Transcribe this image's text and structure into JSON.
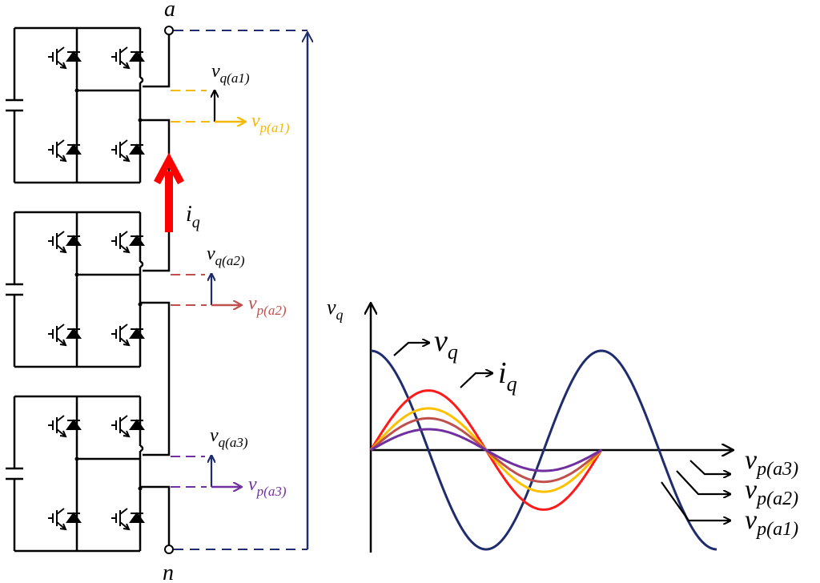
{
  "terminals": {
    "top": "a",
    "bottom": "n"
  },
  "current_label": {
    "main": "i",
    "sub": "q"
  },
  "cells": [
    {
      "vq": {
        "main": "v",
        "sub": "q(a1)"
      },
      "vp": {
        "main": "v",
        "sub": "p(a1)"
      },
      "vp_color": "#f5b800",
      "vq_color": "#000000"
    },
    {
      "vq": {
        "main": "v",
        "sub": "q(a2)"
      },
      "vp": {
        "main": "v",
        "sub": "p(a2)"
      },
      "vp_color": "#c0504d",
      "vq_color": "#1f2d6e"
    },
    {
      "vq": {
        "main": "v",
        "sub": "q(a3)"
      },
      "vp": {
        "main": "v",
        "sub": "p(a3)"
      },
      "vp_color": "#7030a0",
      "vq_color": "#1f2d6e"
    }
  ],
  "plot": {
    "y_axis_label": {
      "main": "v",
      "sub": "q"
    },
    "legend_vq": {
      "main": "v",
      "sub": "q"
    },
    "legend_iq": {
      "main": "i",
      "sub": "q"
    },
    "legend_vp": [
      {
        "main": "v",
        "sub": "p(a3)"
      },
      {
        "main": "v",
        "sub": "p(a2)"
      },
      {
        "main": "v",
        "sub": "p(a1)"
      }
    ],
    "curves": [
      {
        "name": "vq",
        "color": "#1f2d6e",
        "amplitude": 1.0,
        "phase": "cos"
      },
      {
        "name": "iq",
        "color": "#ff1a1a",
        "amplitude": 0.6,
        "phase": "sin"
      },
      {
        "name": "vp_a1",
        "color": "#ffc000",
        "amplitude": 0.42,
        "phase": "sin"
      },
      {
        "name": "vp_a2",
        "color": "#c0504d",
        "amplitude": 0.32,
        "phase": "sin"
      },
      {
        "name": "vp_a3",
        "color": "#7030a0",
        "amplitude": 0.21,
        "phase": "sin"
      }
    ]
  },
  "colors": {
    "circuit": "#000000",
    "bus": "#1f2d6e",
    "current_arrow": "#ff0000"
  }
}
